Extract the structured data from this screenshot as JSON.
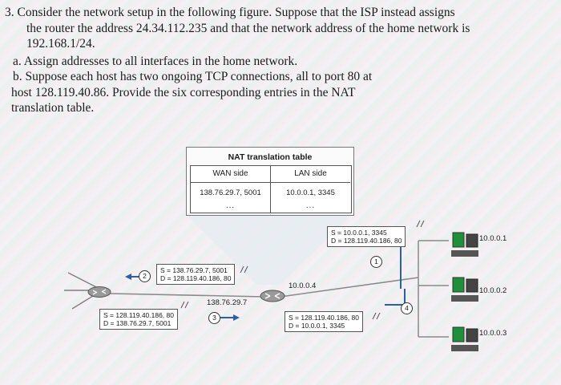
{
  "question": {
    "line1": "3.  Consider the network setup in the following figure.  Suppose that the ISP instead assigns",
    "line2": "the router the address 24.34.112.235 and that the network address of the home network is",
    "line3": "192.168.1/24.",
    "part_a": "a. Assign addresses to all interfaces in the home network.",
    "part_b1": "b. Suppose each host has two ongoing TCP connections, all to port 80 at",
    "part_b2": "host 128.119.40.86. Provide the six corresponding entries in the NAT",
    "part_b3": "translation table."
  },
  "figure": {
    "nat_table": {
      "title": "NAT translation table",
      "wan_header": "WAN side",
      "lan_header": "LAN side",
      "wan_value": "138.76.29.7, 5001",
      "lan_value": "10.0.0.1, 3345",
      "ellipsis": "..."
    },
    "packets": {
      "p1_s": "S = 10.0.0.1, 3345",
      "p1_d": "D = 128.119.40.186, 80",
      "p2_s": "S = 138.76.29.7, 5001",
      "p2_d": "D = 128.119.40.186, 80",
      "p3_s": "S = 128.119.40.186, 80",
      "p3_d": "D = 138.76.29.7, 5001",
      "p4_s": "S = 128.119.40.186, 80",
      "p4_d": "D = 10.0.0.1, 3345"
    },
    "router_lan_addr": "10.0.0.4",
    "router_wan_addr": "138.76.29.7",
    "hosts": [
      "10.0.0.1",
      "10.0.0.2",
      "10.0.0.3"
    ],
    "steps": [
      "1",
      "2",
      "3",
      "4"
    ],
    "colors": {
      "link_blue": "#2d5fa8",
      "router_gray": "#8c8c8c",
      "host_green": "#1f8f3a"
    }
  }
}
